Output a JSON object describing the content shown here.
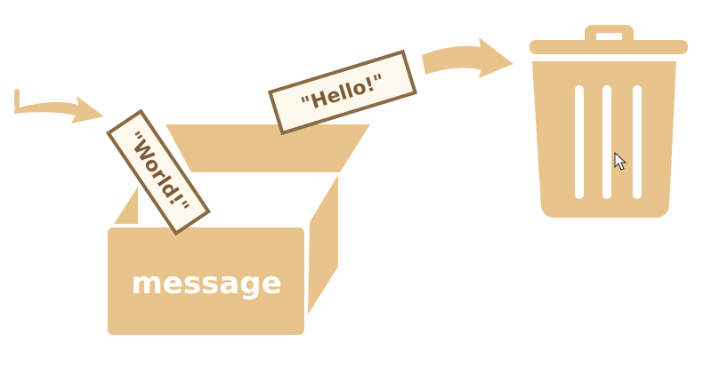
{
  "box": {
    "label": "message"
  },
  "tags": {
    "old_value": "\"Hello!\"",
    "new_value": "\"World!\""
  },
  "icons": {
    "incoming": "arrow-right-icon",
    "outgoing": "arrow-right-icon",
    "trash": "trash-can-icon",
    "cursor": "mouse-cursor-icon"
  },
  "colors": {
    "fill": "#e8c48c",
    "tag_border": "#8a6a44",
    "tag_background": "#fff8ec",
    "tag_text": "#7a5a38",
    "label": "#ffffff"
  }
}
